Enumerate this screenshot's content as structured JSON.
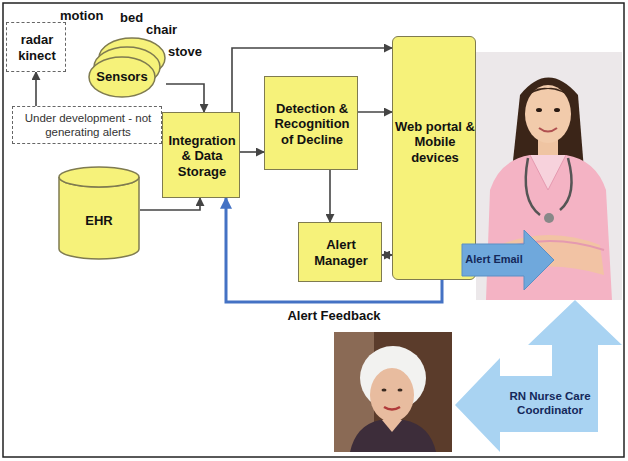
{
  "diagram": {
    "nodes": [
      {
        "text": [
          "radar",
          "kinect"
        ]
      },
      {
        "text": [
          "Sensors"
        ]
      },
      {
        "text": [
          "Under development - not generating alerts"
        ]
      },
      {
        "text": [
          "EHR"
        ]
      },
      {
        "text": [
          "Integration & Data Storage"
        ]
      },
      {
        "text": [
          "Detection & Recognition of Decline"
        ]
      },
      {
        "text": [
          "Alert Manager"
        ]
      },
      {
        "text": [
          "Web portal & Mobile devices"
        ]
      },
      {
        "text": [
          "Alert Email"
        ]
      },
      {
        "text": [
          "RN Nurse Care Coordinator"
        ]
      }
    ],
    "edges": [
      {
        "from": 2,
        "to": 0,
        "arrow": "to"
      },
      {
        "from": 1,
        "to": 4,
        "arrow": "to"
      },
      {
        "from": 3,
        "to": 4,
        "arrow": "to"
      },
      {
        "from": 4,
        "to": 5,
        "arrow": "to"
      },
      {
        "from": 4,
        "to": 7,
        "arrow": "to"
      },
      {
        "from": 5,
        "to": 7,
        "arrow": "to"
      },
      {
        "from": 5,
        "to": 6,
        "arrow": "to"
      },
      {
        "from": 6,
        "to": 7,
        "arrow": "both"
      },
      {
        "from": 7,
        "to": 4,
        "label": "Alert Feedback",
        "arrow": "to"
      }
    ],
    "labels": [
      "motion",
      "bed",
      "chair",
      "stove"
    ]
  }
}
